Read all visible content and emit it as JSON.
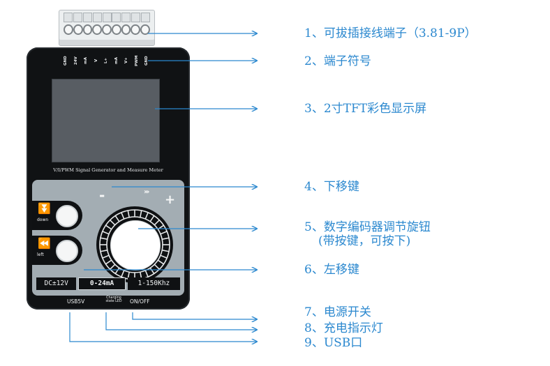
{
  "device": {
    "terminal_labels": [
      "GND",
      "24V",
      "mA",
      "V",
      "L+",
      "mA",
      "V+",
      "PWM",
      "GND"
    ],
    "title": "V/I/PWM Signal Generator and Measure Meter",
    "buttons": [
      {
        "glyph": "⏬",
        "label": "down"
      },
      {
        "glyph": "⏪",
        "label": "left"
      }
    ],
    "knob": {
      "minus": "-",
      "plus": "+",
      "arrows": "›››"
    },
    "spec_bar": [
      "DC±12V",
      "0-24mA",
      "1-150Khz"
    ],
    "bottom_labels": {
      "usb": "USB5V",
      "led": "Charging state LED",
      "switch": "ON/OFF"
    }
  },
  "callouts": [
    "1、可拔插接线端子（3.81-9P）",
    "2、端子符号",
    "3、2寸TFT彩色显示屏",
    "4、下移键",
    "5、数字编码器调节旋钮",
    "(带按键，可按下)",
    "6、左移键",
    "7、电源开关",
    "8、充电指示灯",
    "9、USB口"
  ],
  "colors": {
    "callout": "#2b88cf",
    "body": "#101214",
    "panel": "#a3adb3"
  }
}
